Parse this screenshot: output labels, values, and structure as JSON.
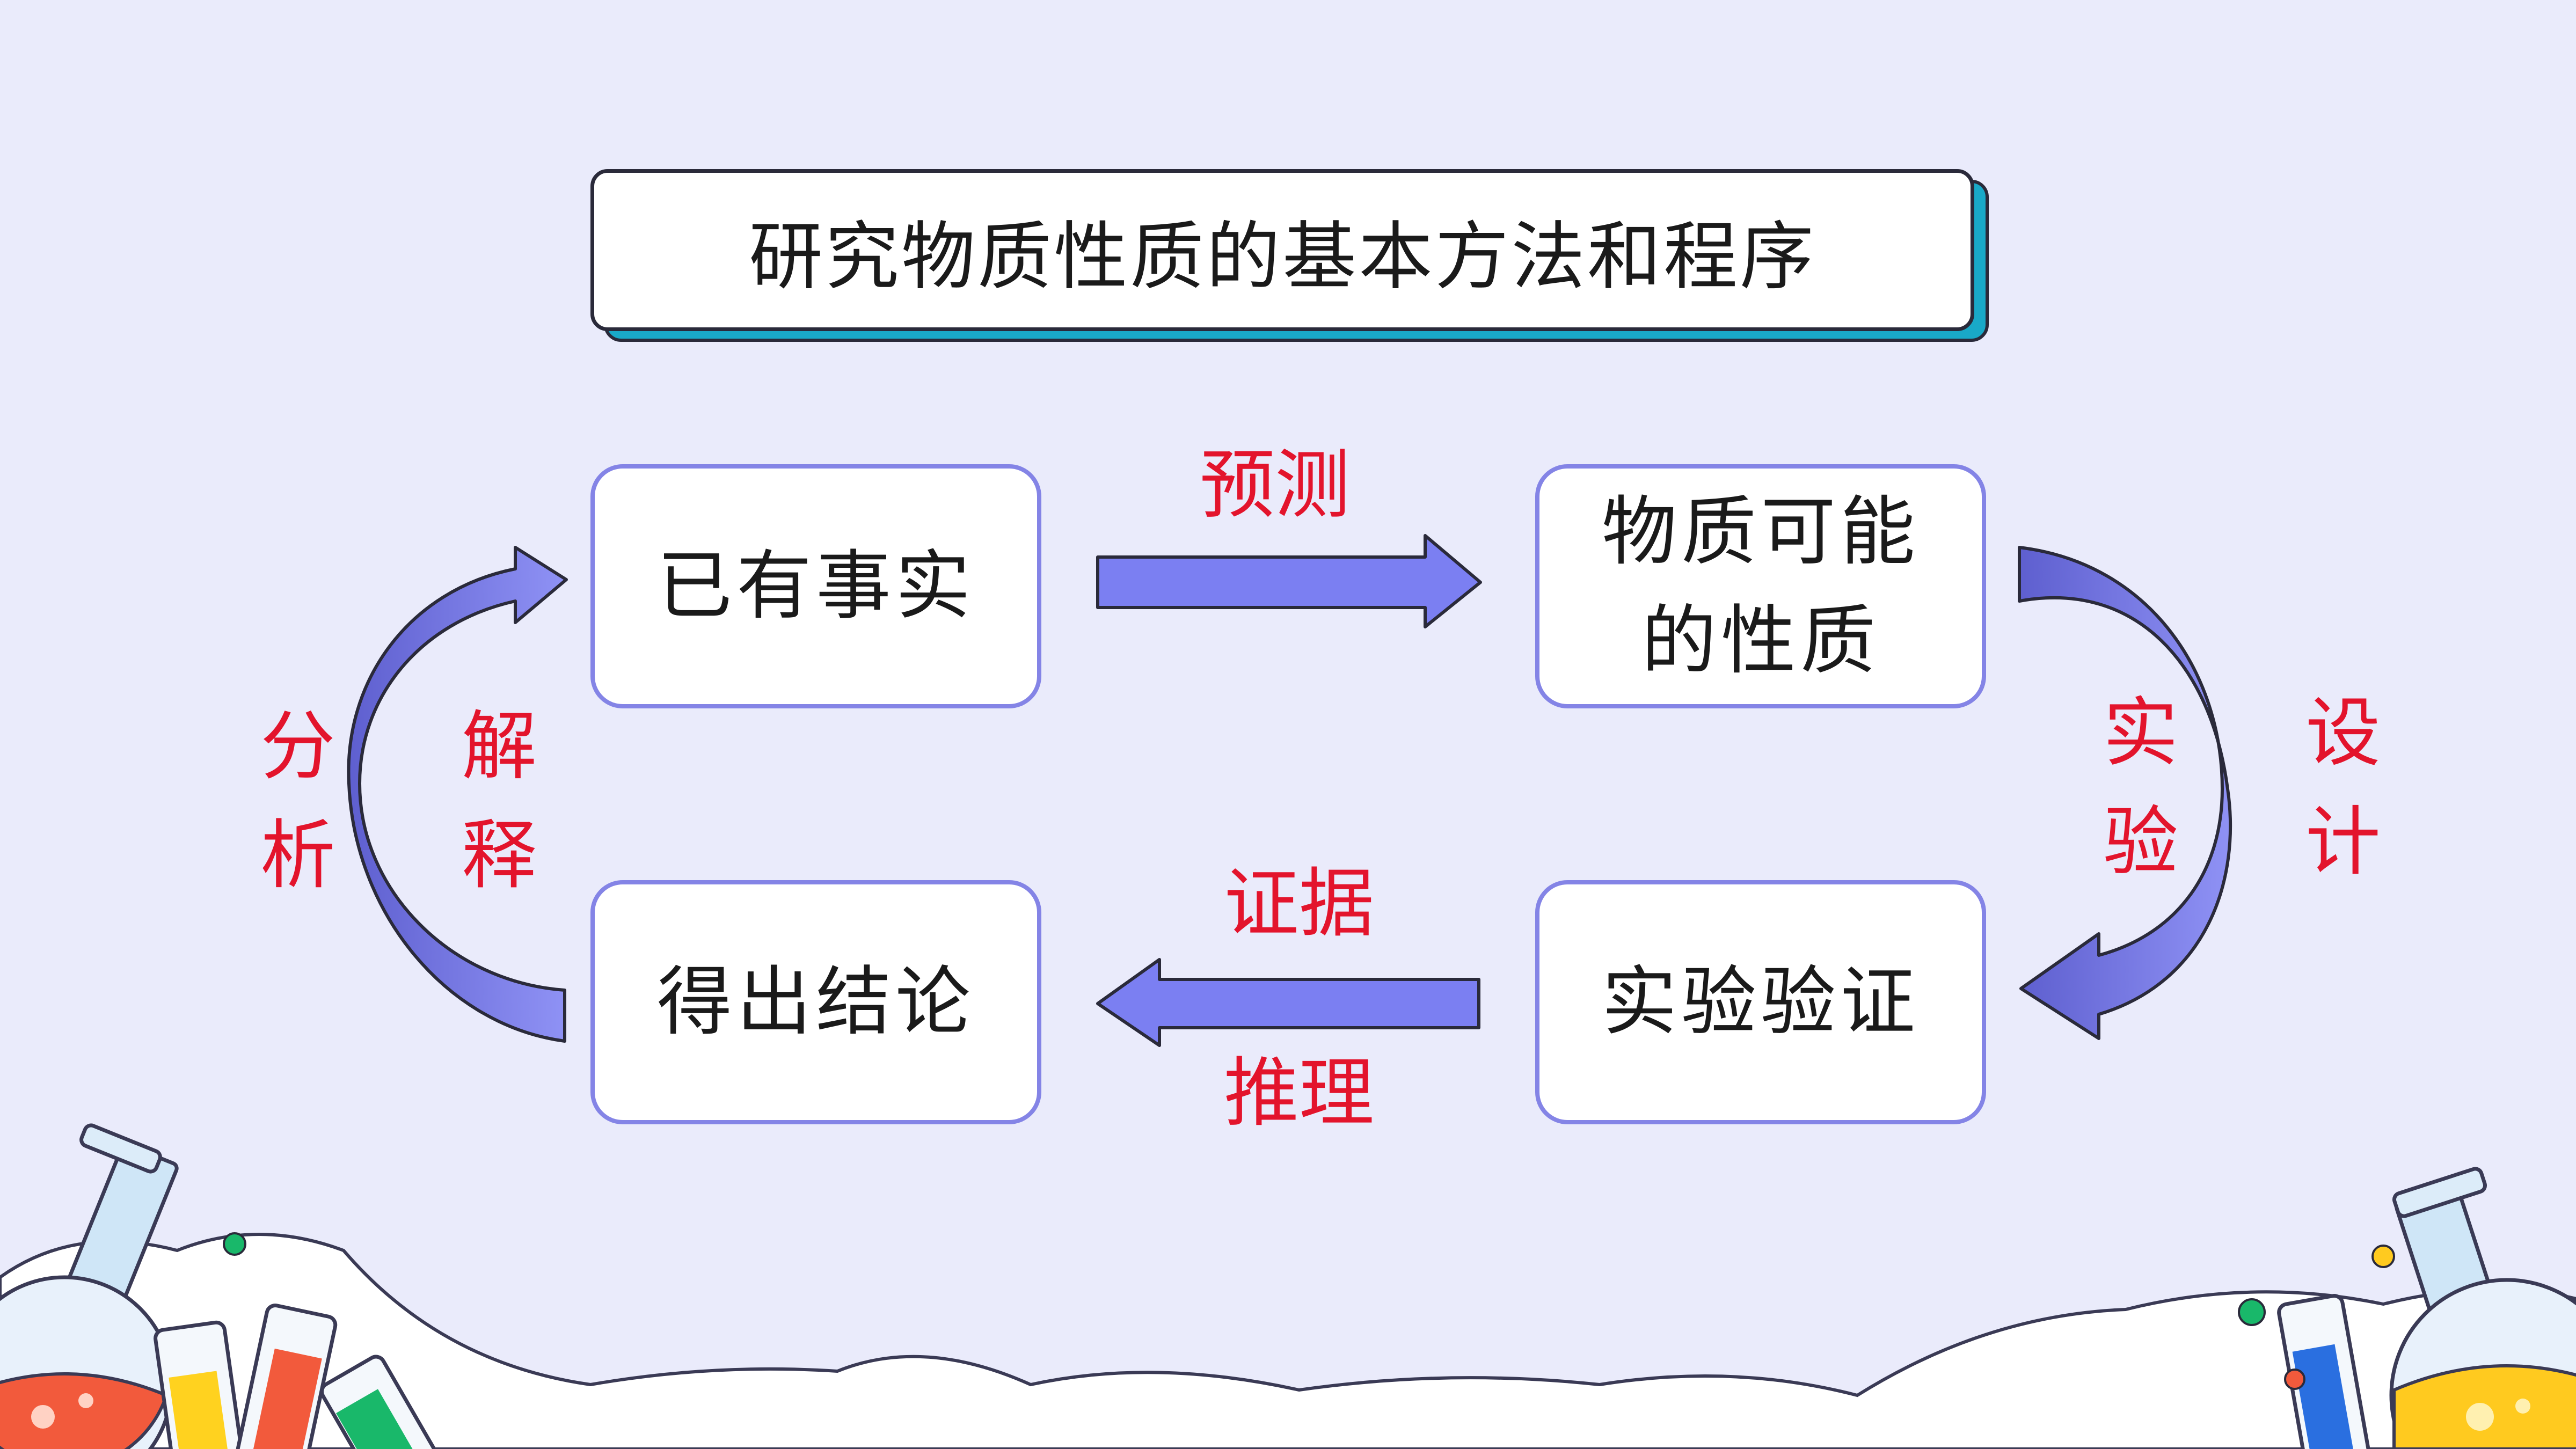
{
  "title": "研究物质性质的基本方法和程序",
  "nodes": {
    "facts": "已有事实",
    "properties": "物质可能的性质",
    "verify": "实验验证",
    "conclusion": "得出结论"
  },
  "labels": {
    "predict": "预测",
    "exp_left": "实验",
    "design_right": "设计",
    "evidence": "证据",
    "reasoning": "推理",
    "analyze": "分析",
    "explain": "解释"
  },
  "colors": {
    "background": "#eaebfb",
    "node_border": "#8484e6",
    "arrow_fill": "#7b7ff2",
    "label_red": "#e3142c",
    "title_shadow": "#19a9c8"
  }
}
